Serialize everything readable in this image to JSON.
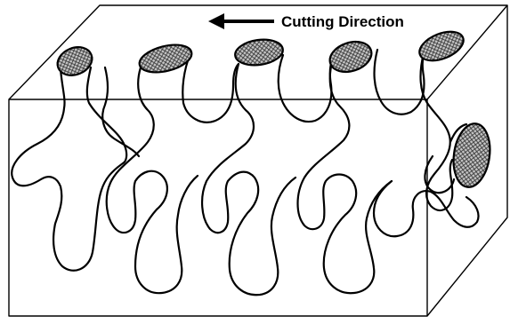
{
  "diagram": {
    "label": "Cutting Direction",
    "arrow_direction": "left",
    "line_color": "#000000",
    "background_color": "#ffffff",
    "section_fill": "cross-hatch"
  }
}
